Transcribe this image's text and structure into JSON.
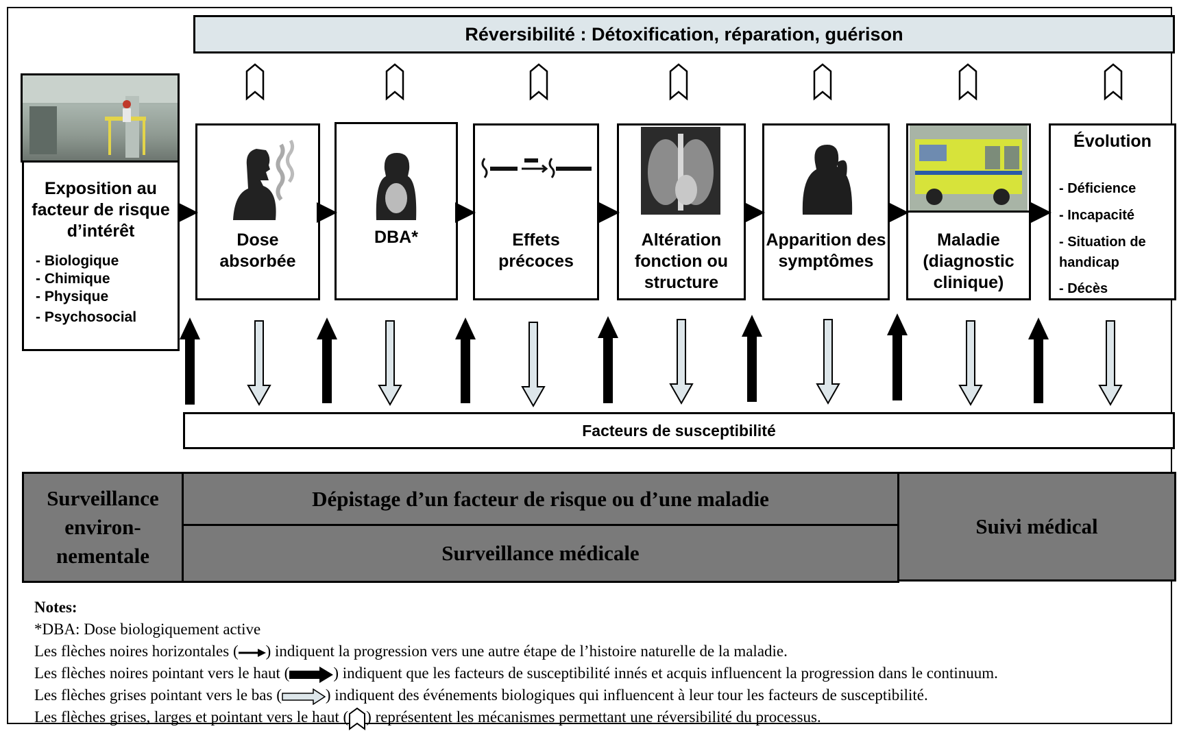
{
  "banner": {
    "text": "Réversibilité : Détoxification, réparation, guérison"
  },
  "exposure": {
    "title": "Exposition au facteur de risque d’intérêt",
    "items": [
      "- Biologique",
      "- Chimique",
      "- Physique",
      "- Psychosocial"
    ]
  },
  "stages": [
    {
      "label": "Dose absorbée"
    },
    {
      "label": "DBA*"
    },
    {
      "label": "Effets précoces"
    },
    {
      "label": "Altération fonction ou structure"
    },
    {
      "label": "Apparition des symptômes"
    },
    {
      "label": "Maladie (diagnostic clinique)"
    }
  ],
  "evolution": {
    "title": "Évolution",
    "items": [
      "- Déficience",
      "- Incapacité",
      "- Situation de handicap",
      "- Décès"
    ]
  },
  "susceptibility": {
    "text": "Facteurs de susceptibilité"
  },
  "bottom": {
    "env": "Surveillance environ-nementale",
    "screening": "Dépistage d’un facteur de risque ou d’une maladie",
    "medical_surveillance": "Surveillance médicale",
    "followup": "Suivi médical"
  },
  "notes": {
    "title": "Notes:",
    "dba": "*DBA: Dose biologiquement active",
    "line1_a": "Les flèches noires horizontales (",
    "line1_b": ") indiquent la progression vers une autre étape de l’histoire naturelle de la maladie.",
    "line2_a": "Les flèches noires pointant vers le haut (",
    "line2_b": ") indiquent que les facteurs de susceptibilité innés et acquis influencent la progression dans le continuum.",
    "line3_a": "Les flèches grises pointant vers le bas (",
    "line3_b": ") indiquent des événements biologiques qui influencent à leur tour les facteurs de susceptibilité.",
    "line4_a": "Les flèches grises, larges et pointant vers le haut (",
    "line4_b": ") représentent les mécanismes permettant une réversibilité du processus."
  },
  "colors": {
    "banner_bg": "#dde6ea",
    "bottom_gray": "#7a7a7a",
    "light_arrow": "#dde6ea"
  }
}
